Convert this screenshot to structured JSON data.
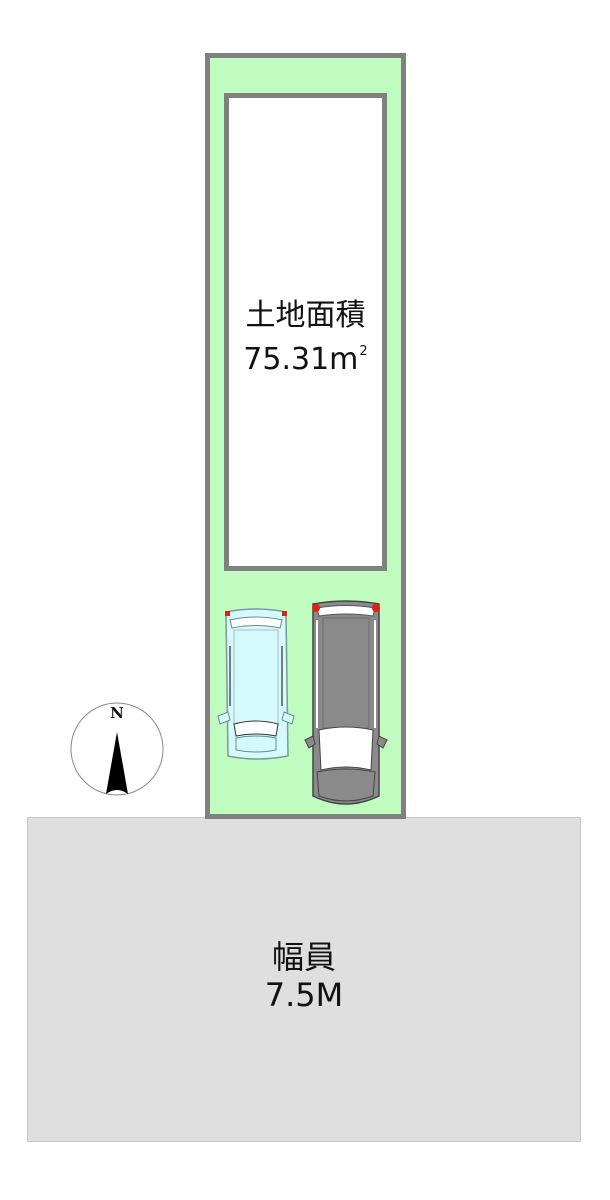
{
  "lot": {
    "title": "土地面積",
    "area_value": "75.31m",
    "area_sup": "2",
    "fill_color": "#c0fcc0",
    "border_color": "#808080"
  },
  "road": {
    "title": "幅員",
    "width_value": "7.5M",
    "fill_color": "#dfdfdf"
  },
  "compass": {
    "label": "N"
  },
  "cars": [
    {
      "name": "light-blue-car",
      "color": "#d4fafc"
    },
    {
      "name": "grey-car",
      "color": "#8a8a8a"
    }
  ]
}
